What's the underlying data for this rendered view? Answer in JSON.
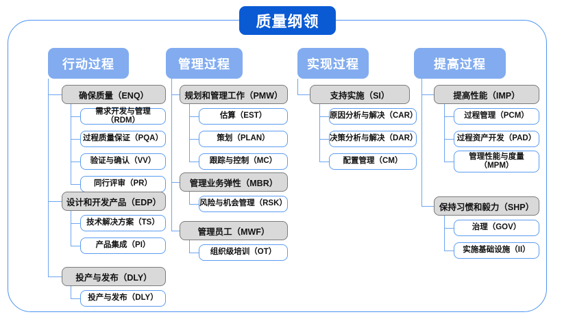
{
  "diagram": {
    "root": {
      "label": "质量纲领"
    },
    "colors": {
      "root_fill": "#0a5ad4",
      "header_fill": "#82acef",
      "group_fill": "#d9d9d9",
      "group_border": "#7a7a7a",
      "leaf_border": "#5a9bf0",
      "connector": "#6ba4ef",
      "frame_border": "#4a92f0"
    },
    "columns": [
      {
        "header": "行动过程",
        "groups": [
          {
            "label": "确保质量（ENQ）",
            "items": [
              "需求开发与管理（RDM）",
              "过程质量保证（PQA）",
              "验证与确认（VV）",
              "同行评审（PR）"
            ]
          },
          {
            "label": "设计和开发产品（EDP）",
            "items": [
              "技术解决方案（TS）",
              "产品集成（PI）"
            ]
          },
          {
            "label": "投产与发布（DLY）",
            "items": [
              "投产与发布（DLY）"
            ]
          }
        ]
      },
      {
        "header": "管理过程",
        "groups": [
          {
            "label": "规划和管理工作（PMW）",
            "items": [
              "估算（EST）",
              "策划（PLAN）",
              "跟踪与控制（MC）"
            ]
          },
          {
            "label": "管理业务弹性（MBR）",
            "items": [
              "风险与机会管理（RSK）"
            ]
          },
          {
            "label": "管理员工（MWF）",
            "items": [
              "组织级培训（OT）"
            ]
          }
        ]
      },
      {
        "header": "实现过程",
        "groups": [
          {
            "label": "支持实施（SI）",
            "items": [
              "原因分析与解决（CAR）",
              "决策分析与解决（DAR）",
              "配置管理（CM）"
            ]
          }
        ]
      },
      {
        "header": "提高过程",
        "groups": [
          {
            "label": "提高性能（IMP）",
            "items": [
              "过程管理（PCM）",
              "过程资产开发（PAD）",
              "管理性能与度量\n（MPM）"
            ]
          },
          {
            "label": "保持习惯和毅力（SHP）",
            "items": [
              "治理（GOV）",
              "实施基础设施（II）"
            ]
          }
        ]
      }
    ]
  }
}
